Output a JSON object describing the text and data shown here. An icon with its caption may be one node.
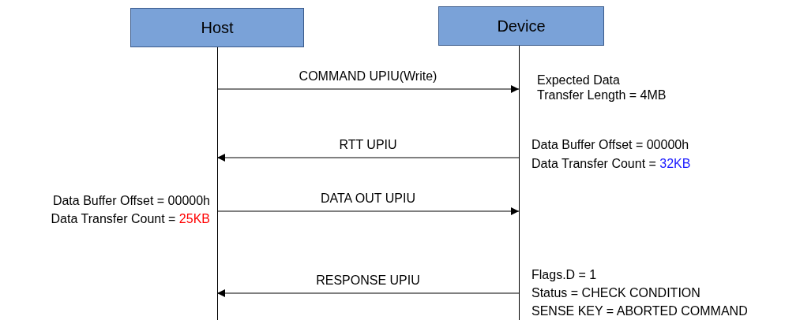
{
  "diagram": {
    "nodes": [
      {
        "text": [
          "Host"
        ]
      },
      {
        "text": [
          "Device"
        ]
      }
    ],
    "edges": [
      {
        "from": 0,
        "to": 1,
        "arrow": "to",
        "label": "COMMAND UPIU(Write)"
      },
      {
        "from": 1,
        "to": 0,
        "arrow": "to",
        "label": "RTT UPIU"
      },
      {
        "from": 0,
        "to": 1,
        "arrow": "to",
        "label": "DATA OUT UPIU"
      },
      {
        "from": 1,
        "to": 0,
        "arrow": "to",
        "label": "RESPONSE UPIU"
      }
    ],
    "labels": [
      "Expected Data Transfer Length = 4MB",
      "Data Buffer Offset = 00000h",
      "Data Transfer Count = 32KB",
      "Data Buffer Offset = 00000h",
      "Data Transfer Count = 25KB",
      "Flags.D = 1",
      "Status = CHECK CONDITION",
      "SENSE KEY = ABORTED COMMAND"
    ]
  }
}
